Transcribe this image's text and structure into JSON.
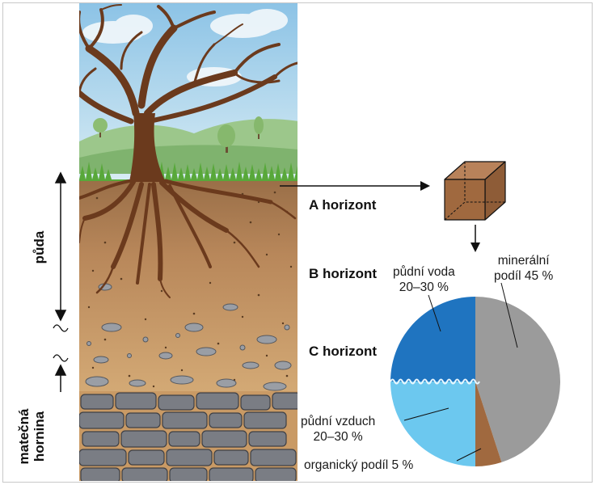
{
  "labels": {
    "a_horizon": "A horizont",
    "b_horizon": "B horizont",
    "c_horizon": "C horizont",
    "soil": "půda",
    "bedrock_line1": "matečná",
    "bedrock_line2": "hornina"
  },
  "chart_data": {
    "type": "pie",
    "slices": [
      {
        "label_line1": "minerální",
        "label_line2": "podíl 45 %",
        "value": 45,
        "color": "#9b9b9b"
      },
      {
        "label_line1": "organický podíl 5 %",
        "label_line2": "",
        "value": 5,
        "color": "#a0693f"
      },
      {
        "label_line1": "půdní vzduch",
        "label_line2": "20–30 %",
        "value": 25,
        "color": "#6cc8ef"
      },
      {
        "label_line1": "půdní voda",
        "label_line2": "20–30 %",
        "value": 25,
        "color": "#1f74c0"
      }
    ]
  },
  "colors": {
    "sky": "#a9d6ee",
    "hills": "#9cc78b",
    "grass": "#58a83a",
    "topsoil": "#a87a4e",
    "subsoil": "#c99a65",
    "stones": "#9a9ea5",
    "bedrock": "#6e7077",
    "tree": "#6b3a1d",
    "cube": "#a0693f"
  },
  "icons": [
    "tree-illustration",
    "soil-cube-icon",
    "arrow-icon"
  ]
}
